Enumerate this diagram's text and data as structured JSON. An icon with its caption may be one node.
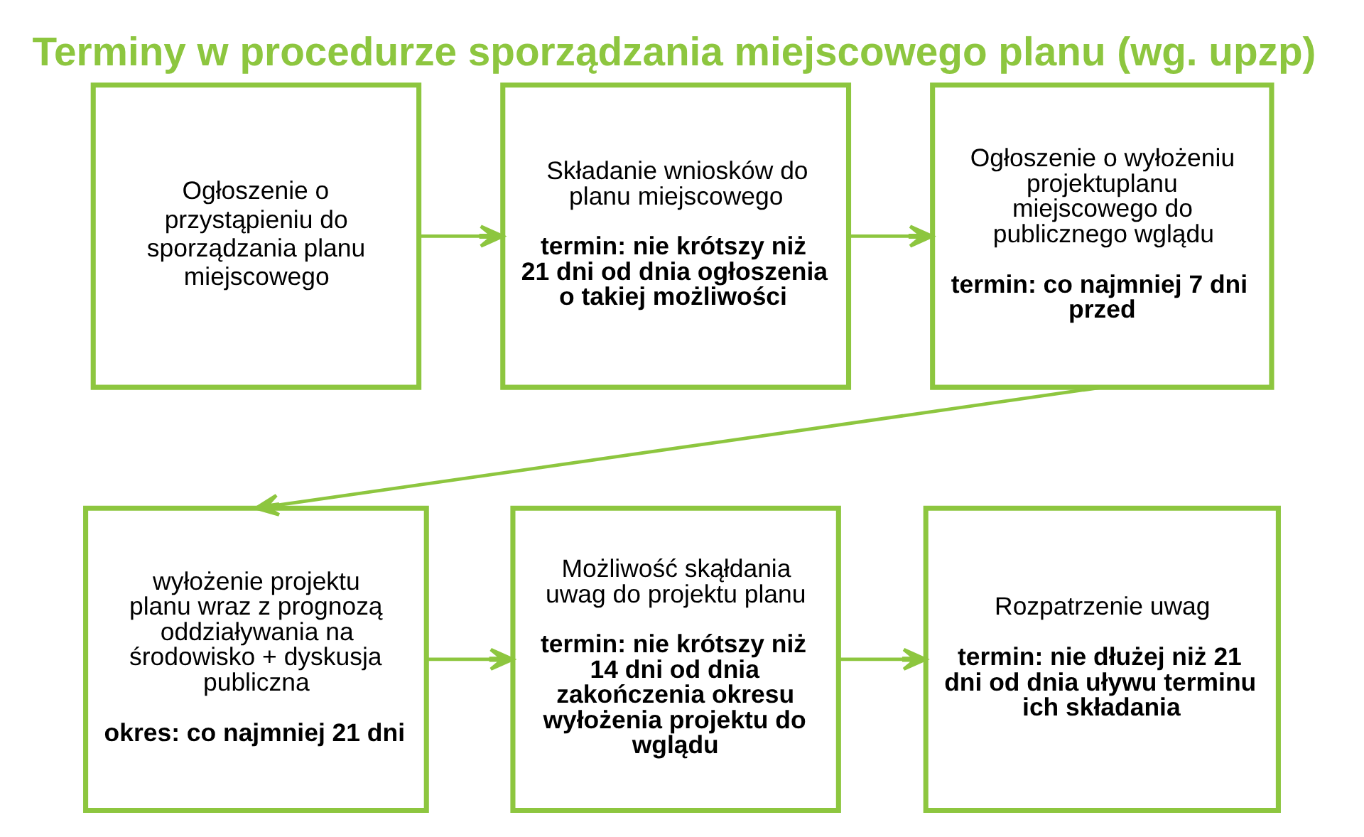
{
  "diagram": {
    "title": "Terminy w procedurze sporządzania miejscowego planu (wg. upzp)",
    "nodes": [
      {
        "text": [
          "Ogłoszenie o przystąpieniu do sporządzania planu miejscowego"
        ]
      },
      {
        "text": [
          "Składanie wniosków do planu miejscowego",
          "termin: nie krótszy niż 21 dni od dnia ogłoszenia o takiej możliwości"
        ]
      },
      {
        "text": [
          "Ogłoszenie o wyłożeniu projektuplanu miejscowego do publicznego wglądu",
          "termin: co najmniej 7 dni przed"
        ]
      },
      {
        "text": [
          "wyłożenie projektu planu wraz z prognozą oddziaływania na środowisko + dyskusja publiczna",
          "okres: co najmniej 21 dni"
        ]
      },
      {
        "text": [
          "Możliwość skąłdania uwag do projektu planu",
          "termin: nie krótszy niż 14 dni od dnia zakończenia okresu wyłożenia projektu do wglądu"
        ]
      },
      {
        "text": [
          "Rozpatrzenie uwag",
          "termin: nie dłużej niż 21 dni od dnia uływu terminu ich składania"
        ]
      }
    ],
    "edges": [
      {
        "from": 0,
        "to": 1,
        "arrow": "to"
      },
      {
        "from": 1,
        "to": 2,
        "arrow": "to"
      },
      {
        "from": 2,
        "to": 3,
        "arrow": "to"
      },
      {
        "from": 3,
        "to": 4,
        "arrow": "to"
      },
      {
        "from": 4,
        "to": 5,
        "arrow": "to"
      }
    ]
  }
}
